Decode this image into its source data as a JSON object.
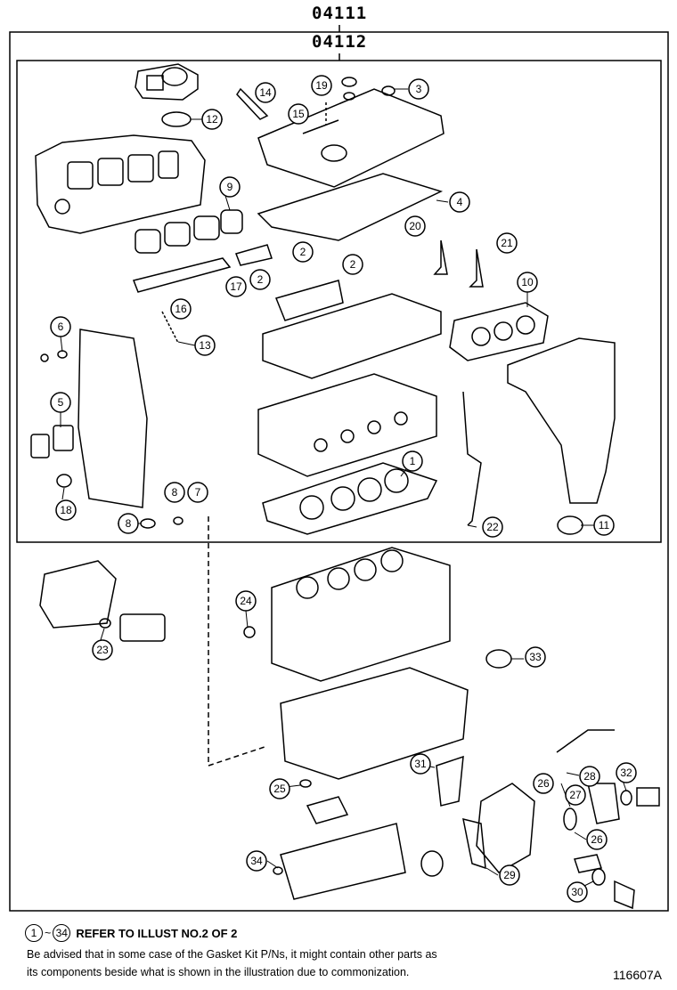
{
  "kits": {
    "main": "04111",
    "sub": "04112"
  },
  "callouts": [
    "1",
    "2",
    "3",
    "4",
    "5",
    "6",
    "7",
    "8",
    "9",
    "10",
    "11",
    "12",
    "13",
    "14",
    "15",
    "16",
    "17",
    "18",
    "19",
    "20",
    "21",
    "22",
    "23",
    "24",
    "25",
    "26",
    "27",
    "28",
    "29",
    "30",
    "31",
    "32",
    "33",
    "34"
  ],
  "footer": {
    "range_from": "1",
    "range_tilde": "~",
    "range_to": "34",
    "range_text": "REFER TO ILLUST NO.2 OF 2",
    "note_line1": "Be advised that in some case of the Gasket Kit P/Ns,  it might contain other parts as",
    "note_line2": "its components beside what is shown in the illustration due to commonization.",
    "illustration_id": "116607A"
  }
}
